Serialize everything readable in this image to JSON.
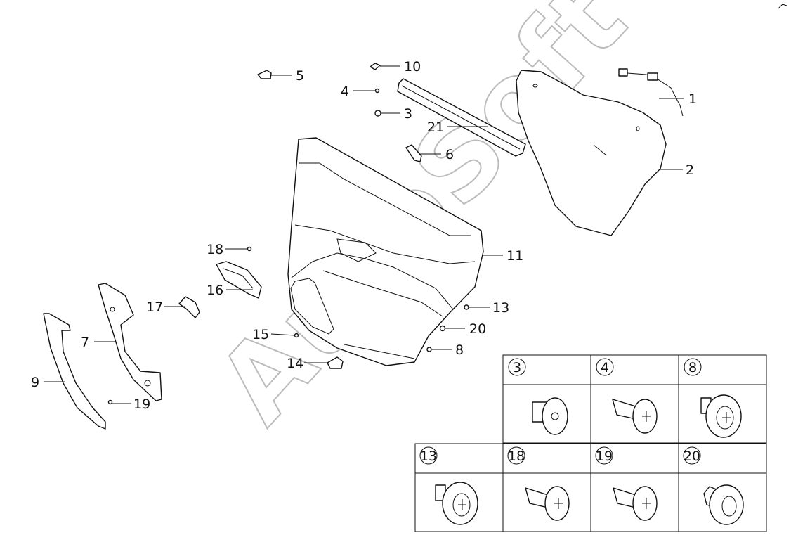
{
  "watermark": "AutoSoft",
  "callouts": {
    "c1": "1",
    "c2": "2",
    "c3": "3",
    "c4": "4",
    "c5": "5",
    "c6": "6",
    "c7": "7",
    "c8": "8",
    "c9": "9",
    "c10": "10",
    "c11": "11",
    "c13": "13",
    "c14": "14",
    "c15": "15",
    "c16": "16",
    "c17": "17",
    "c18": "18",
    "c19": "19",
    "c20": "20",
    "c21": "21"
  },
  "fastener_table": {
    "row1": [
      "3",
      "4",
      "8"
    ],
    "row2": [
      "13",
      "18",
      "19",
      "20"
    ]
  }
}
